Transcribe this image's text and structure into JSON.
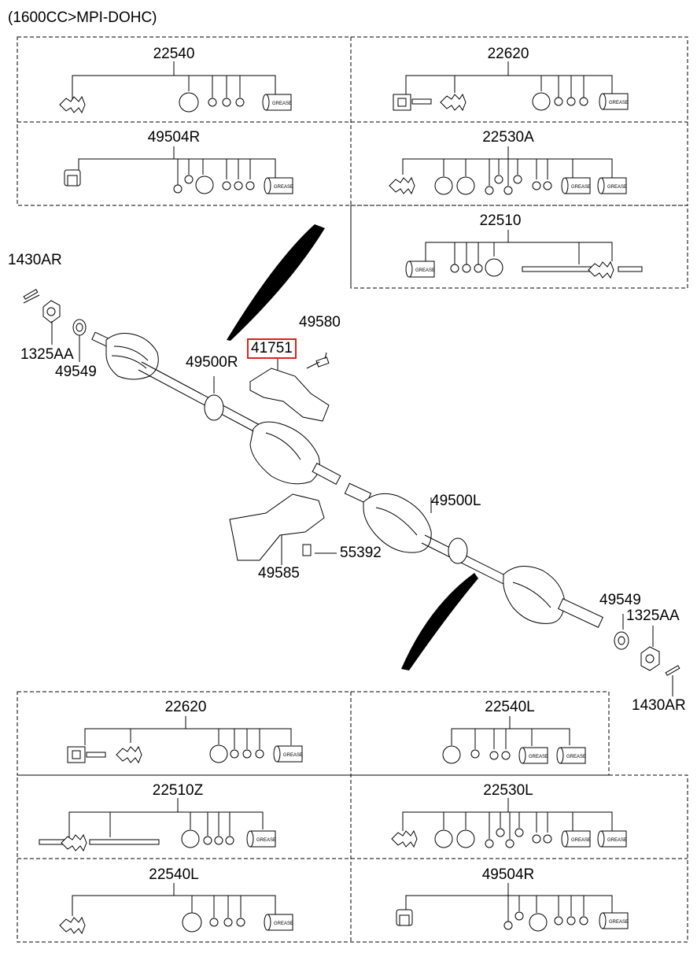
{
  "header": {
    "engine_spec": "(1600CC>MPI-DOHC)"
  },
  "kits_top": {
    "row1_left": "22540",
    "row1_right": "22620",
    "row2_left": "49504R",
    "row2_right": "22530A",
    "row3_right": "22510"
  },
  "main_parts": {
    "p1430ar_left": "1430AR",
    "p1325aa_left": "1325AA",
    "p49549_left": "49549",
    "p49580": "49580",
    "p41751": "41751",
    "p49500r": "49500R",
    "p49500l": "49500L",
    "p55392": "55392",
    "p49585": "49585",
    "p49549_right": "49549",
    "p1325aa_right": "1325AA",
    "p1430ar_right": "1430AR"
  },
  "kits_bottom": {
    "row1_left": "22620",
    "row1_right": "22540L",
    "row2_left": "22510Z",
    "row2_right": "22530L",
    "row3_left": "22540L",
    "row3_right": "49504R"
  },
  "grease_label": "GREASE",
  "highlight_color": "#e02020"
}
